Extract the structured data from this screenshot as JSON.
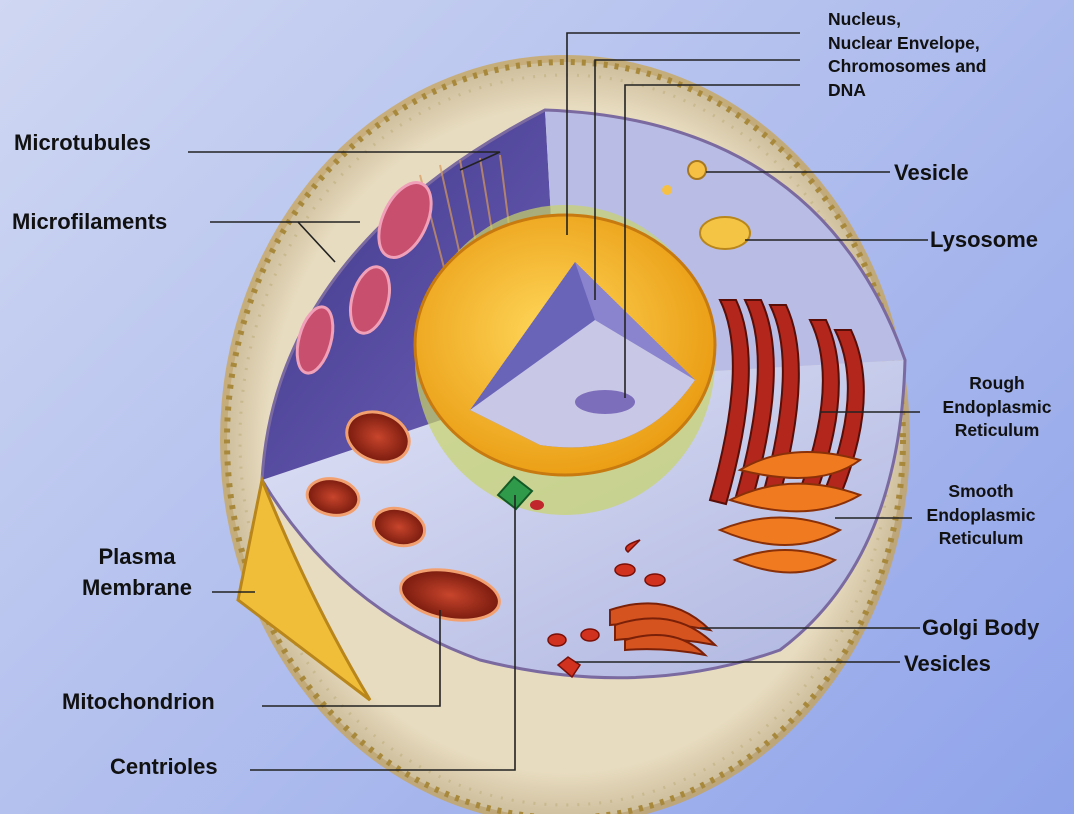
{
  "labels": {
    "nucleus_group": {
      "line1": "Nucleus,",
      "line2": "Nuclear Envelope,",
      "line3": "Chromosomes and",
      "line4": "DNA"
    },
    "microtubules": "Microtubules",
    "microfilaments": "Microfilaments",
    "vesicle": "Vesicle",
    "lysosome": "Lysosome",
    "rough_er": {
      "line1": "Rough",
      "line2": "Endoplasmic",
      "line3": "Reticulum"
    },
    "smooth_er": {
      "line1": "Smooth",
      "line2": "Endoplasmic",
      "line3": "Reticulum"
    },
    "plasma_membrane": {
      "line1": "Plasma",
      "line2": "Membrane"
    },
    "golgi_body": "Golgi Body",
    "vesicles": "Vesicles",
    "mitochondrion": "Mitochondrion",
    "centrioles": "Centrioles"
  },
  "colors": {
    "background_start": "#cfd7f2",
    "background_end": "#8fa3ea",
    "membrane": "#d8ccae",
    "cytoplasm": "#c6cbe8",
    "cytoplasm_dark": "#5a4fa0",
    "nuclear_envelope": "#f3b21d",
    "nucleus_interior": "#6a64b8",
    "mitochondrion": "#8a1d12",
    "rough_er": "#b3261b",
    "smooth_er": "#f07a1f",
    "leader_line": "#222222"
  }
}
